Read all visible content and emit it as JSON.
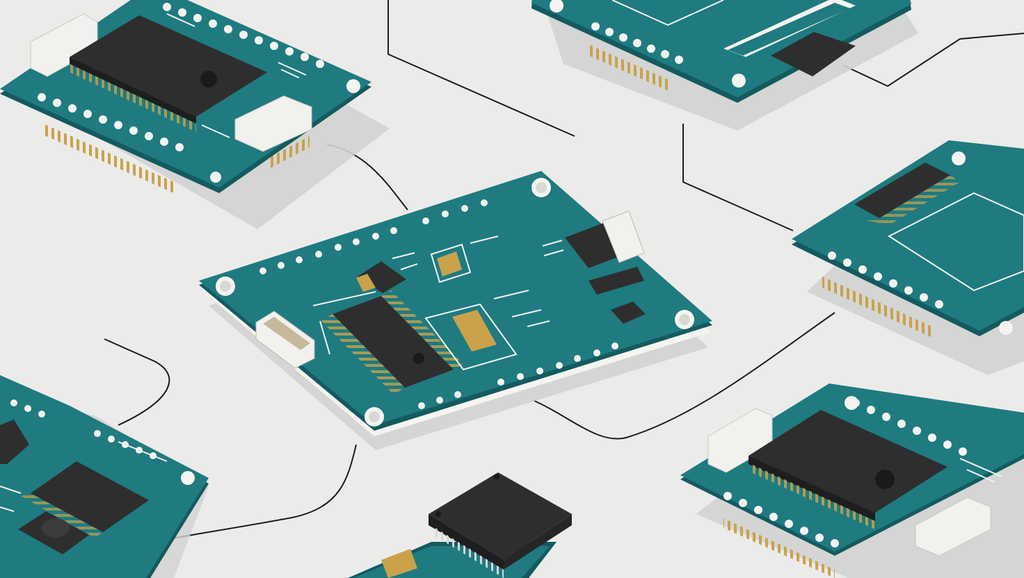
{
  "scene": {
    "background": "#ebebea",
    "board_color": "#1f7b80",
    "board_edge": "#145a5f",
    "board_shadow": "#d2d3d1",
    "chip_color": "#2e2e2e",
    "pin_color": "#c9a24a",
    "wire_color": "#1b1b1b",
    "connector_color": "#f1f1ee",
    "pad_color": "#f4f4f0",
    "silkscreen_color": "#f2f2f2",
    "boards": [
      "board-top-left",
      "board-top-center",
      "board-right",
      "board-center",
      "board-bottom-left",
      "board-bottom-center",
      "board-bottom-right"
    ]
  }
}
